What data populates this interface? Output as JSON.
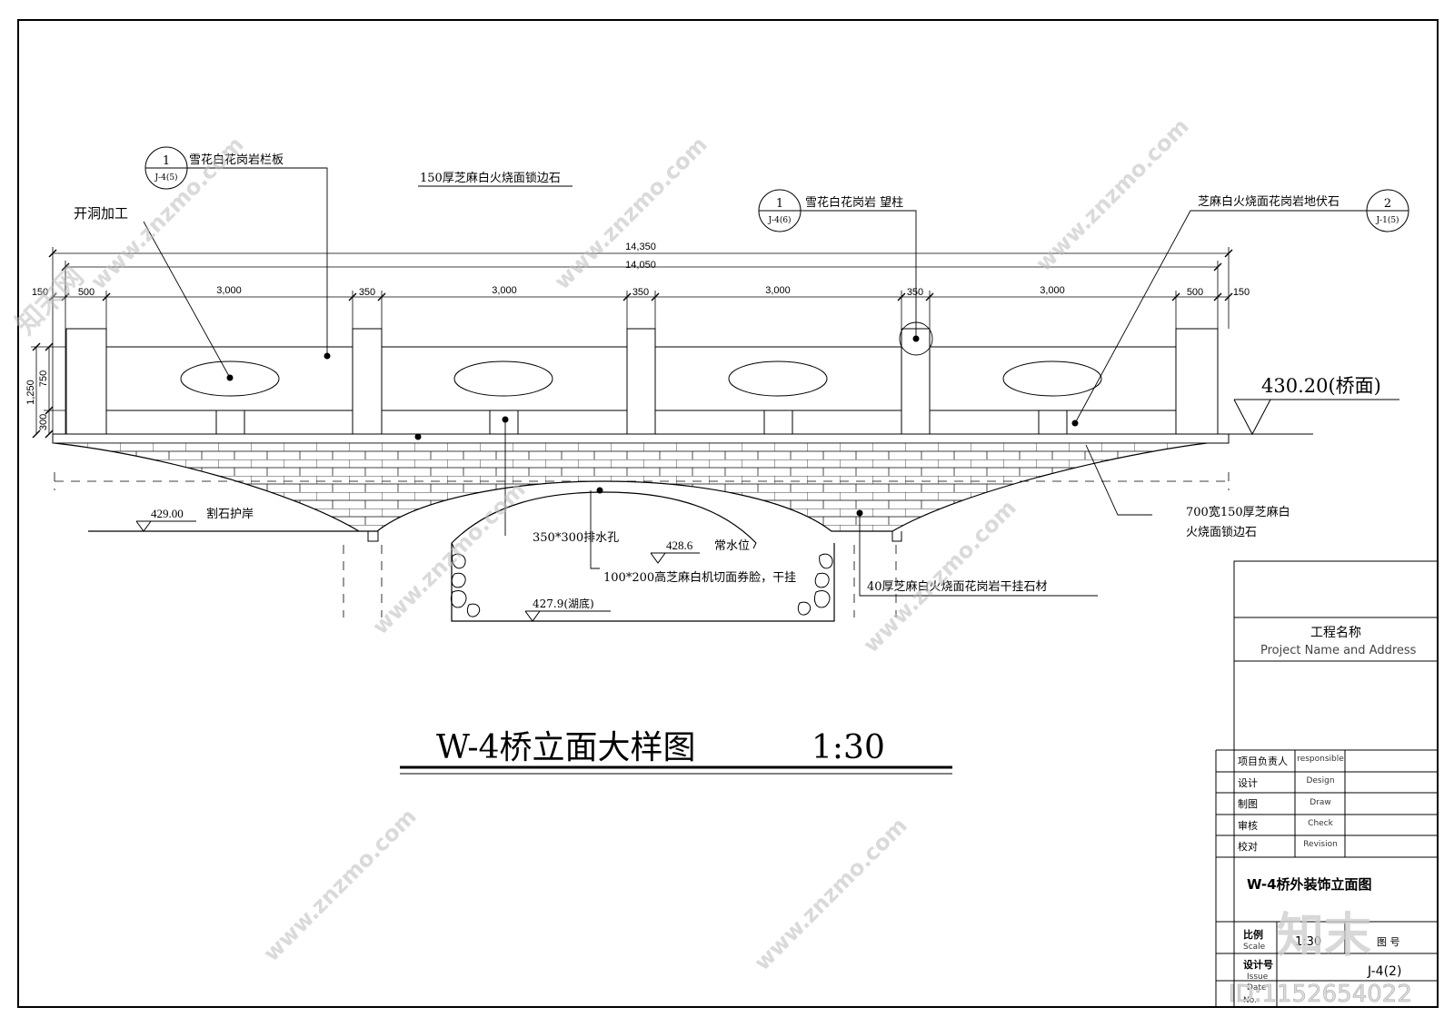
{
  "drawing": {
    "title": "W-4桥立面大样图",
    "scale": "1:30"
  },
  "annotations": {
    "baluster_panel": "雪花白花岗岩栏板",
    "hole_process": "开洞加工",
    "edge_stone": "150厚芝麻白火烧面锁边石",
    "post": "雪花白花岗岩 望柱",
    "ground_stone": "芝麻白火烧面花岗岩地伏石",
    "deck_level": "430.20(桥面)",
    "revetment_level": "429.00",
    "revetment": "割石护岸",
    "drain_hole": "350*300排水孔",
    "water_level_value": "428.6",
    "water_level": "常水位",
    "arch_face": "100*200高芝麻白机切面券脸，干挂",
    "lake_bottom": "427.9(湖底)",
    "cladding": "40厚芝麻白火烧面花岗岩干挂石材",
    "side_edge_line1": "700宽150厚芝麻白",
    "side_edge_line2": "火烧面锁边石"
  },
  "callouts": {
    "c1": {
      "num": "1",
      "ref": "J-4(5)"
    },
    "c2": {
      "num": "1",
      "ref": "J-4(6)"
    },
    "c3": {
      "num": "2",
      "ref": "J-1(5)"
    }
  },
  "dimensions": {
    "overall": "14,350",
    "inner": "14,050",
    "segments": [
      "150",
      "500",
      "3,000",
      "350",
      "3,000",
      "350",
      "3,000",
      "350",
      "3,000",
      "500",
      "150"
    ],
    "vertical": [
      "1,250",
      "750",
      "300"
    ]
  },
  "title_block": {
    "project_cn": "工程名称",
    "project_en": "Project Name and Address",
    "rows": [
      {
        "cn": "项目负责人",
        "en": "responsible"
      },
      {
        "cn": "设计",
        "en": "Design"
      },
      {
        "cn": "制图",
        "en": "Draw"
      },
      {
        "cn": "审核",
        "en": "Check"
      },
      {
        "cn": "校对",
        "en": "Revision"
      }
    ],
    "drawing_name": "W-4桥外装饰立面图",
    "scale_cn": "比例",
    "scale_en": "Scale",
    "scale_value": "1:30",
    "sheet_cn": "图  号",
    "sheet_no": "J-4(2)",
    "issue_cn": "设计号",
    "issue_en": "Issue",
    "date_en": "Date",
    "no_en": "No."
  },
  "watermark": {
    "site": "www.znzmo.com",
    "brand": "知末网",
    "logo": "知末",
    "id": "ID:1152654022"
  }
}
